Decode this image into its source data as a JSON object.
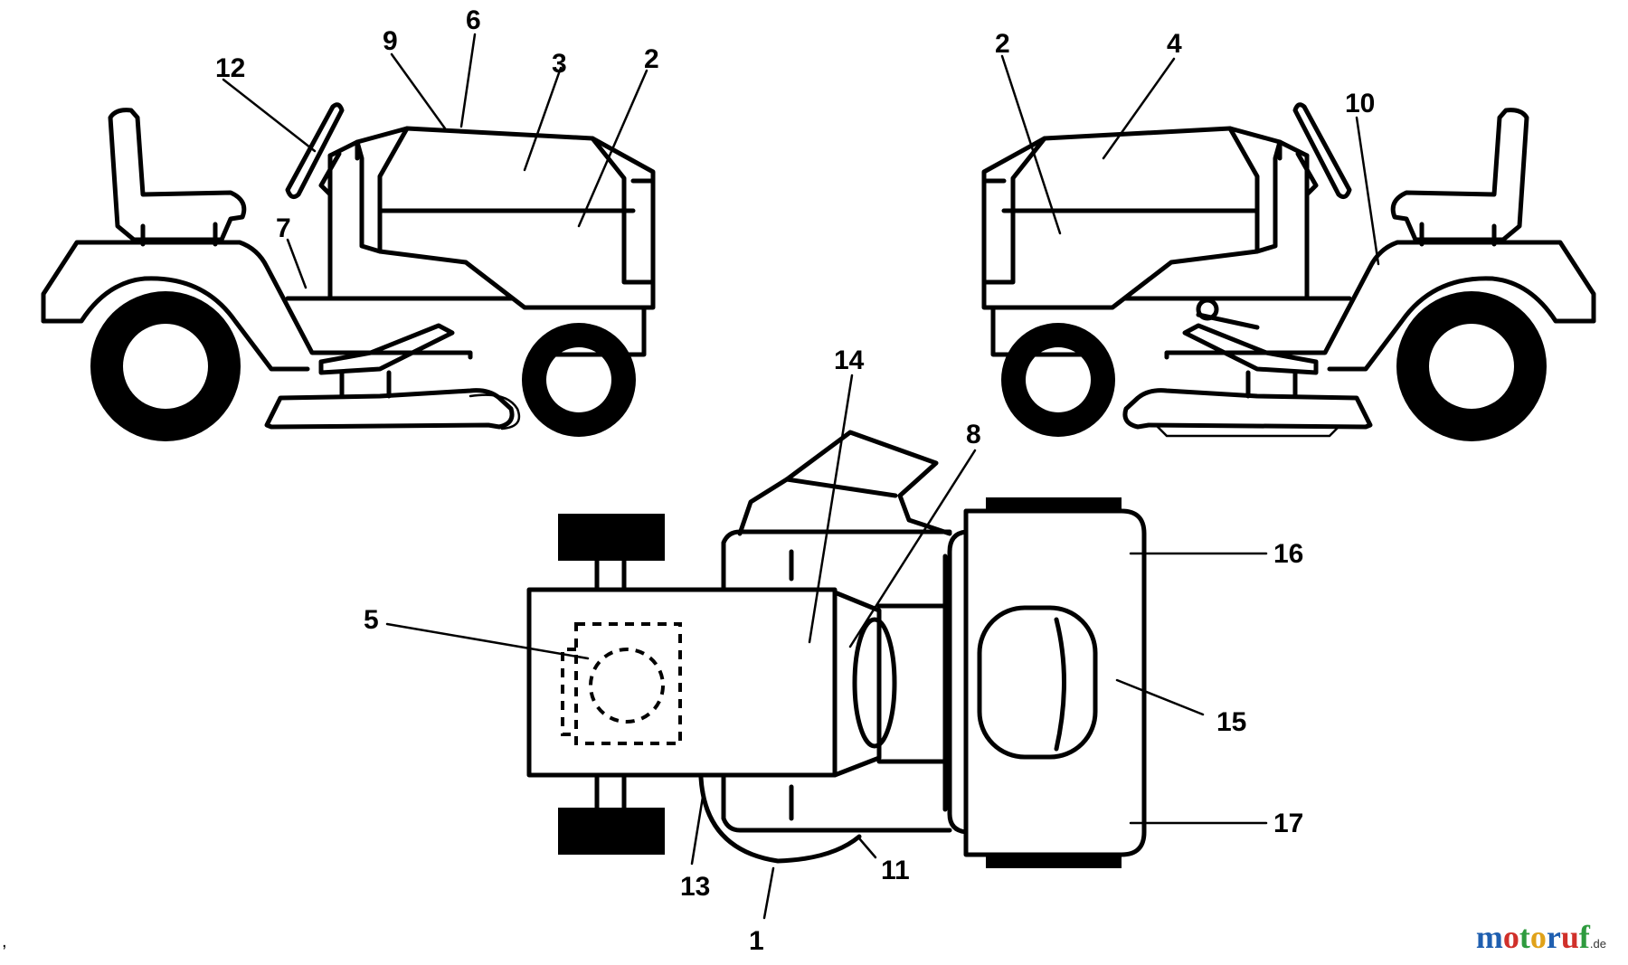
{
  "callouts": {
    "c1": "1",
    "c2a": "2",
    "c2b": "2",
    "c3": "3",
    "c4": "4",
    "c5": "5",
    "c6": "6",
    "c7": "7",
    "c8": "8",
    "c9": "9",
    "c10": "10",
    "c11": "11",
    "c12": "12",
    "c13": "13",
    "c14": "14",
    "c15": "15",
    "c16": "16",
    "c17": "17"
  },
  "watermark": {
    "letters": [
      "m",
      "o",
      "t",
      "o",
      "r",
      "u",
      "f"
    ],
    "colors": [
      "#1f5fb0",
      "#d0302a",
      "#2e9b3e",
      "#e0a21a",
      "#1f5fb0",
      "#d0302a",
      "#2e9b3e"
    ],
    "suffix": ".de"
  },
  "margin_mark": ","
}
